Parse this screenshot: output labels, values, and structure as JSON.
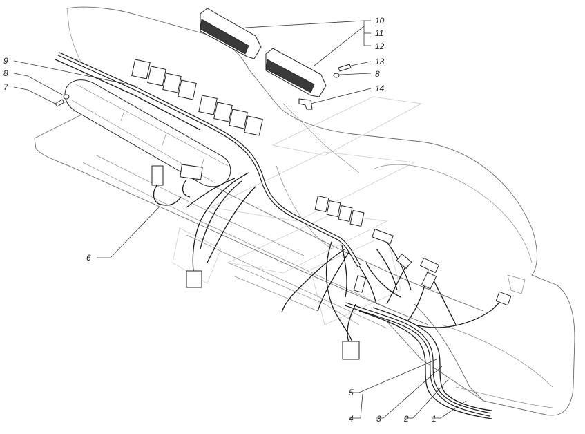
{
  "callouts": [
    {
      "id": "c1",
      "label": "1"
    },
    {
      "id": "c2",
      "label": "2"
    },
    {
      "id": "c3",
      "label": "3"
    },
    {
      "id": "c4",
      "label": "4"
    },
    {
      "id": "c5",
      "label": "5"
    },
    {
      "id": "c6",
      "label": "6"
    },
    {
      "id": "c7",
      "label": "7"
    },
    {
      "id": "c8a",
      "label": "8"
    },
    {
      "id": "c8b",
      "label": "8"
    },
    {
      "id": "c9",
      "label": "9"
    },
    {
      "id": "c10",
      "label": "10"
    },
    {
      "id": "c11",
      "label": "11"
    },
    {
      "id": "c12",
      "label": "12"
    },
    {
      "id": "c13",
      "label": "13"
    },
    {
      "id": "c14",
      "label": "14"
    }
  ]
}
